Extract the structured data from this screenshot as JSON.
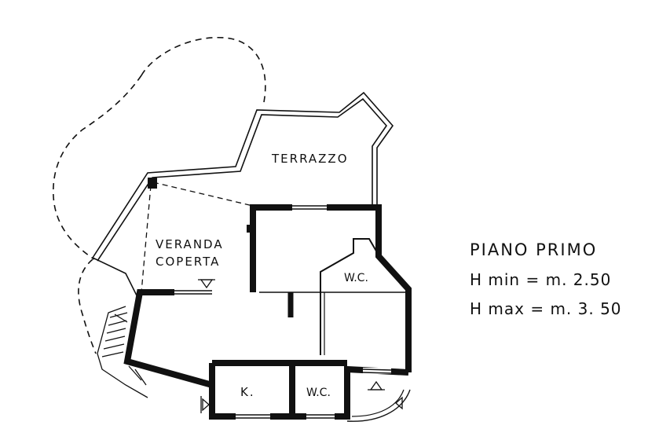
{
  "plan": {
    "rooms": {
      "terrazzo": "TERRAZZO",
      "veranda_line1": "VERANDA",
      "veranda_line2": "COPERTA",
      "wc_upper": "W.C.",
      "kitchen": "K.",
      "wc_lower": "W.C."
    }
  },
  "info": {
    "title": "PIANO PRIMO",
    "h_min": "H  min =  m. 2.50",
    "h_max": "H  max =  m. 3. 50"
  },
  "colors": {
    "ink": "#111111",
    "background": "#ffffff"
  }
}
